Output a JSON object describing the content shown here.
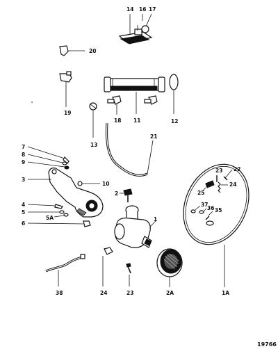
{
  "diagram_ref": "19766",
  "callouts": {
    "c14": "14",
    "c16": "16",
    "c17": "17",
    "c20": "20",
    "c19": "19",
    "c18": "18",
    "c11": "11",
    "c12": "12",
    "c13": "13",
    "c21": "21",
    "c7": "7",
    "c8": "8",
    "c9": "9",
    "c3": "3",
    "c10": "10",
    "c2": "2",
    "c4": "4",
    "c5": "5",
    "c5a": "5A",
    "c6": "6",
    "c1": "1",
    "c23a": "23",
    "c22": "22",
    "c24a": "24",
    "c25": "25",
    "c37": "37",
    "c36": "36",
    "c35": "35",
    "c38": "38",
    "c24b": "24",
    "c23b": "23",
    "c2a": "2A",
    "c1a": "1A"
  }
}
